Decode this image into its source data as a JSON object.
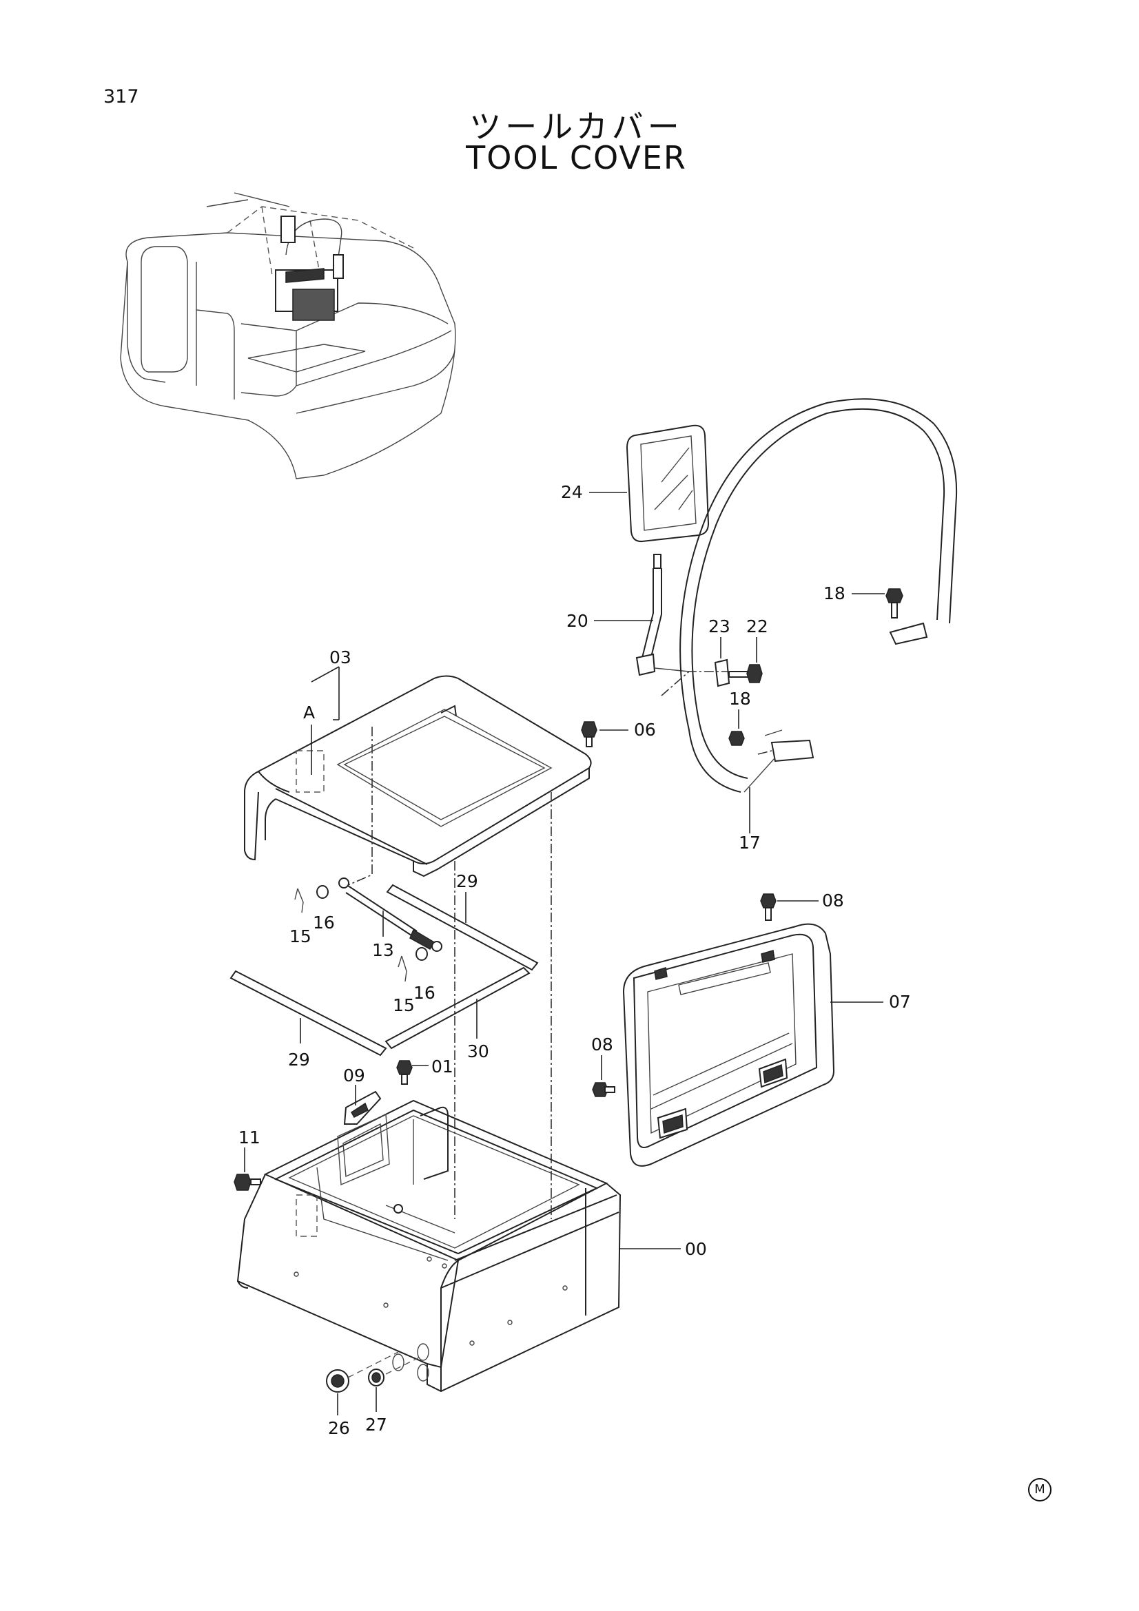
{
  "page_number": "317",
  "title_jp": "ツールカバー",
  "title_en": "TOOL COVER",
  "mark": "M",
  "callouts": {
    "c03": "03",
    "cA": "A",
    "c06": "06",
    "c24": "24",
    "c20": "20",
    "c23": "23",
    "c22": "22",
    "c18a": "18",
    "c18b": "18",
    "c17": "17",
    "c08a": "08",
    "c08b": "08",
    "c07": "07",
    "c29a": "29",
    "c29b": "29",
    "c16a": "16",
    "c16b": "16",
    "c15a": "15",
    "c15b": "15",
    "c13": "13",
    "c30": "30",
    "c01": "01",
    "c09": "09",
    "c11": "11",
    "c00": "00",
    "c26": "26",
    "c27": "27"
  }
}
